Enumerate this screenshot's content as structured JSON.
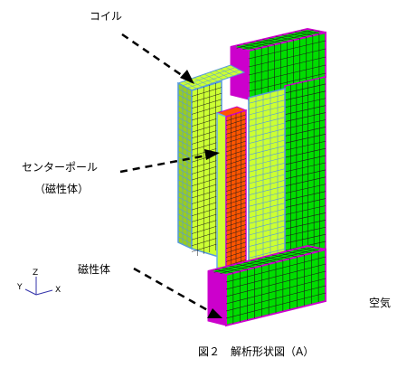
{
  "labels": {
    "coil": "コイル",
    "center_pole": "センターポール",
    "center_pole_material": "（磁性体）",
    "magnetic_body": "磁性体",
    "air": "空気",
    "caption": "図２　解析形状図（A）"
  },
  "axes": {
    "x": "X",
    "y": "Y",
    "z": "Z"
  },
  "colors": {
    "magnetic": "#00dd00",
    "magnetic_edge": "#cc00cc",
    "coil": "#ccff33",
    "coil_side": "#99cc22",
    "coil_edge": "#5599dd",
    "pole": "#ff5500",
    "pole_edge": "#cc00cc",
    "gap": "#66aaee",
    "mesh_line": "#1a1a1a",
    "arrow": "#000000",
    "axis": "#3333aa"
  }
}
